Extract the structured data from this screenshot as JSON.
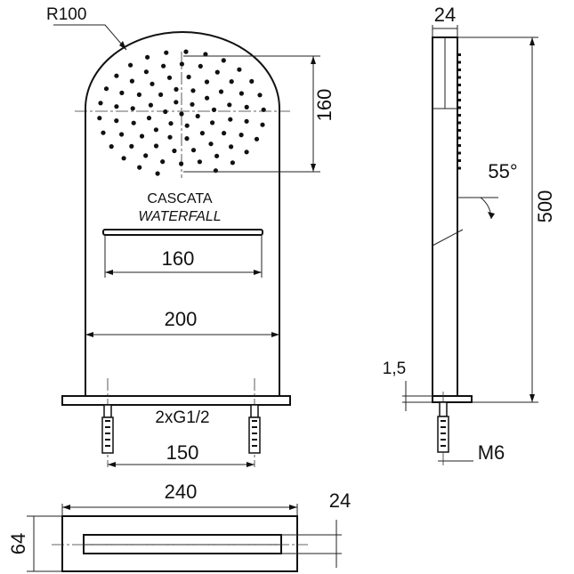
{
  "dimensions": {
    "radius": "R100",
    "arc_height": "160",
    "slot_width": "160",
    "panel_width": "200",
    "inlets": "2xG1/2",
    "inlet_spacing": "150",
    "side_depth": "24",
    "angle": "55°",
    "total_height": "500",
    "plate_thickness": "1,5",
    "thread": "M6",
    "plan_width": "240",
    "plan_depth": "64",
    "plan_inner": "24"
  },
  "labels": {
    "line1": "CASCATA",
    "line2": "WATERFALL"
  }
}
